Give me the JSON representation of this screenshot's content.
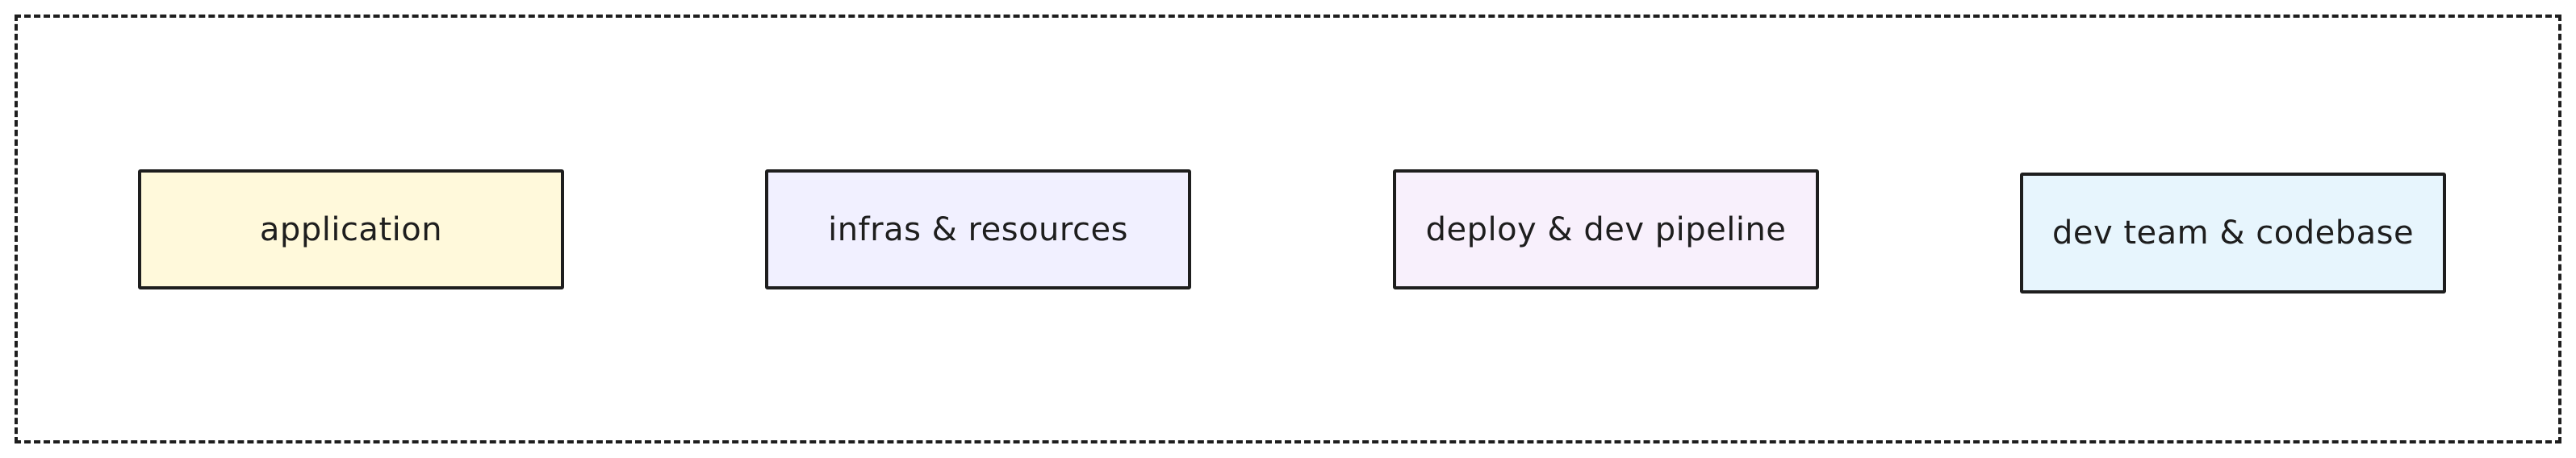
{
  "diagram": {
    "boxes": [
      {
        "label": "application",
        "fill": "#fff9db"
      },
      {
        "label": "infras & resources",
        "fill": "#f1f0ff"
      },
      {
        "label": "deploy & dev pipeline",
        "fill": "#f8f0fc"
      },
      {
        "label": "dev team & codebase",
        "fill": "#e7f5fd"
      }
    ],
    "stroke_color": "#1e1e1e"
  }
}
